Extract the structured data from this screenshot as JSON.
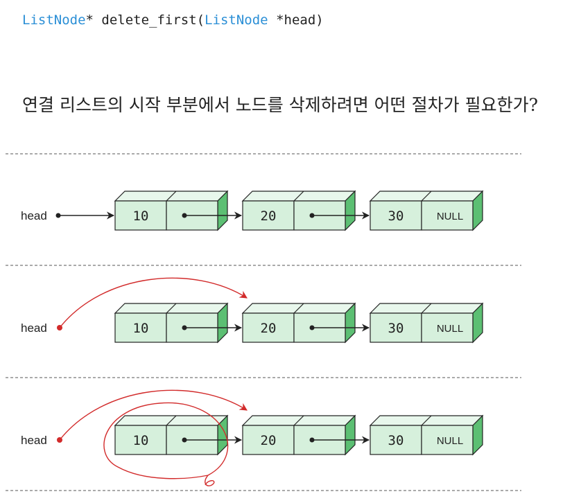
{
  "code": {
    "type1": "ListNode",
    "mid": "* delete_first(",
    "type2": "ListNode",
    "tail": " *head)"
  },
  "question": "연결 리스트의 시작 부분에서 노드를 삭제하려면 어떤 절차가 필요한가?",
  "head_label": "head",
  "nodes": [
    {
      "value": "10",
      "link": ""
    },
    {
      "value": "20",
      "link": ""
    },
    {
      "value": "30",
      "link": "NULL"
    }
  ],
  "colors": {
    "node_fill": "#d6f0dc",
    "node_side": "#5cbf73",
    "node_top": "#e8f7ec",
    "outline": "#222222",
    "red": "#d22b2b",
    "code_type": "#2b8fd6"
  }
}
